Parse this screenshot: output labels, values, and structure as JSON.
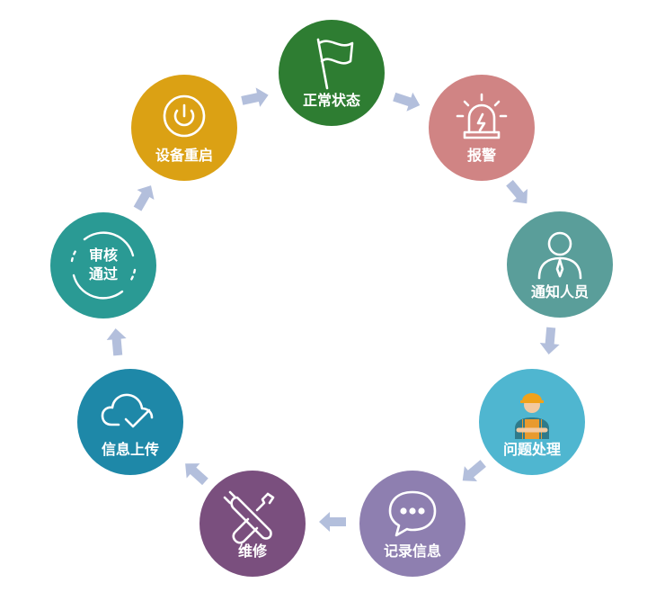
{
  "steps": [
    {
      "label": "正常状态",
      "color": "#2e7d32",
      "icon": "flag-icon"
    },
    {
      "label": "报警",
      "color": "#d08484",
      "icon": "alarm-light-icon"
    },
    {
      "label": "通知人员",
      "color": "#5a9e9a",
      "icon": "person-icon"
    },
    {
      "label": "问题处理",
      "color": "#4fb6d0",
      "icon": "worker-icon"
    },
    {
      "label": "记录信息",
      "color": "#8e7fb0",
      "icon": "chat-bubble-icon"
    },
    {
      "label": "维修",
      "color": "#7a4f7e",
      "icon": "tools-icon"
    },
    {
      "label": "信息上传",
      "color": "#1e88a8",
      "icon": "cloud-check-icon"
    },
    {
      "label": "审核\n通过",
      "label_line1": "审核",
      "label_line2": "通过",
      "color": "#2a9a94",
      "icon": "refresh-circle-icon"
    },
    {
      "label": "设备重启",
      "color": "#dba114",
      "icon": "power-icon"
    }
  ],
  "arrow_color": "#b3bfdc"
}
